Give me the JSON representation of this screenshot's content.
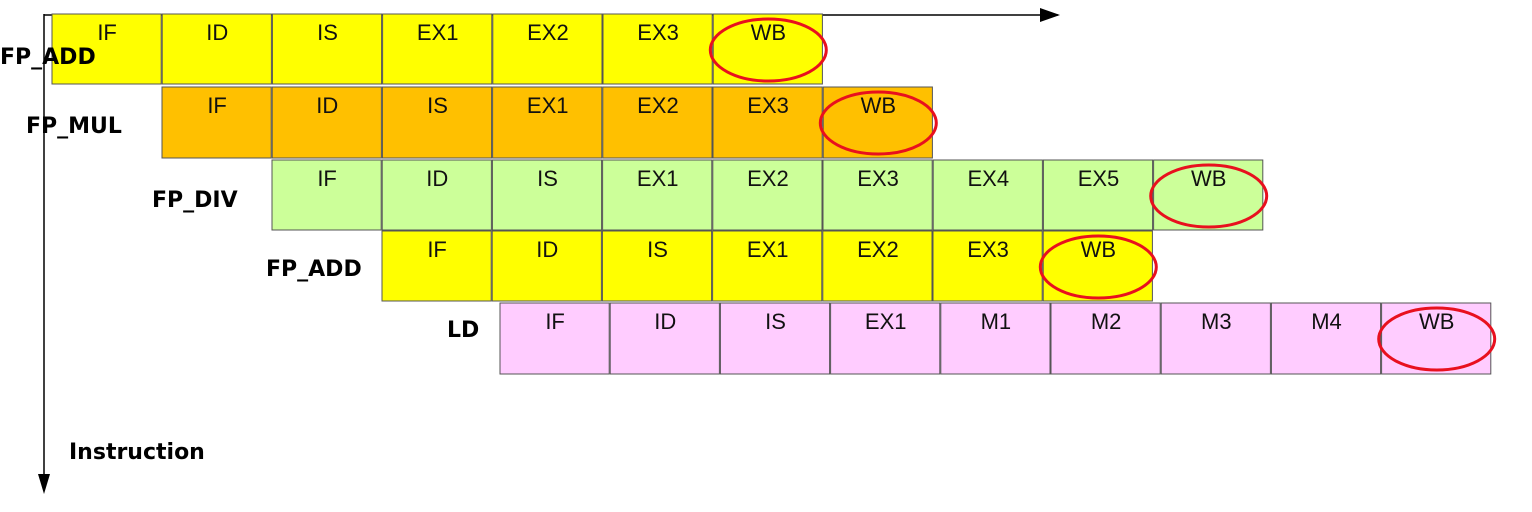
{
  "axis": {
    "vertical_label": "Instruction"
  },
  "colors": {
    "fp_add": "#ffff00",
    "fp_mul": "#ffc000",
    "fp_div": "#ccff99",
    "ld": "#ffccff",
    "highlight": "#e8101e"
  },
  "rows": [
    {
      "label": "FP_ADD",
      "color_key": "fp_add",
      "stages": [
        "IF",
        "ID",
        "IS",
        "EX1",
        "EX2",
        "EX3",
        "WB"
      ],
      "highlighted_stage": "WB"
    },
    {
      "label": "FP_MUL",
      "color_key": "fp_mul",
      "stages": [
        "IF",
        "ID",
        "IS",
        "EX1",
        "EX2",
        "EX3",
        "WB"
      ],
      "highlighted_stage": "WB"
    },
    {
      "label": "FP_DIV",
      "color_key": "fp_div",
      "stages": [
        "IF",
        "ID",
        "IS",
        "EX1",
        "EX2",
        "EX3",
        "EX4",
        "EX5",
        "WB"
      ],
      "highlighted_stage": "WB"
    },
    {
      "label": "FP_ADD",
      "color_key": "fp_add",
      "stages": [
        "IF",
        "ID",
        "IS",
        "EX1",
        "EX2",
        "EX3",
        "WB"
      ],
      "highlighted_stage": "WB"
    },
    {
      "label": "LD",
      "color_key": "ld",
      "stages": [
        "IF",
        "ID",
        "IS",
        "EX1",
        "M1",
        "M2",
        "M3",
        "M4",
        "WB"
      ],
      "highlighted_stage": "WB"
    }
  ]
}
